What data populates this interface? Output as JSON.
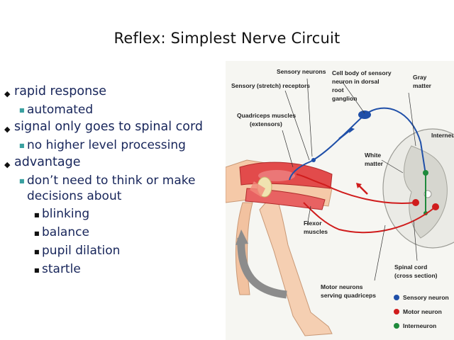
{
  "slide": {
    "title": "Reflex: Simplest Nerve Circuit",
    "bullets": [
      {
        "level": 1,
        "text": "rapid response"
      },
      {
        "level": 2,
        "text": "automated"
      },
      {
        "level": 1,
        "text": "signal only goes to spinal cord"
      },
      {
        "level": 2,
        "text": "no higher level processing"
      },
      {
        "level": 1,
        "text": "advantage"
      },
      {
        "level": 2,
        "text": "don’t need to think or make decisions about"
      },
      {
        "level": 3,
        "text": "blinking"
      },
      {
        "level": 3,
        "text": "balance"
      },
      {
        "level": 3,
        "text": "pupil dilation"
      },
      {
        "level": 3,
        "text": "startle"
      }
    ]
  },
  "figure": {
    "labels": {
      "sensory_neurons": "Sensory neurons",
      "cell_body_1": "Cell body of sensory",
      "cell_body_2": "neuron in dorsal",
      "cell_body_3": "root",
      "cell_body_4": "ganglion",
      "gray_matter_1": "Gray",
      "gray_matter_2": "matter",
      "sensory_receptors": "Sensory (stretch) receptors",
      "quadriceps_1": "Quadriceps muscles",
      "quadriceps_2": "(extensors)",
      "interneuron_cut": "Interneu",
      "white_matter_1": "White",
      "white_matter_2": "matter",
      "flexor_1": "Flexor",
      "flexor_2": "muscles",
      "motor_neurons_1": "Motor neurons",
      "motor_neurons_2": "serving quadriceps",
      "spinal_cord_1": "Spinal cord",
      "spinal_cord_2": "(cross section)"
    },
    "legend": [
      {
        "label": "Sensory neuron",
        "color": "#1f4fa8"
      },
      {
        "label": "Motor neuron",
        "color": "#d01c1c"
      },
      {
        "label": "Interneuron",
        "color": "#1f8a3c"
      }
    ]
  }
}
